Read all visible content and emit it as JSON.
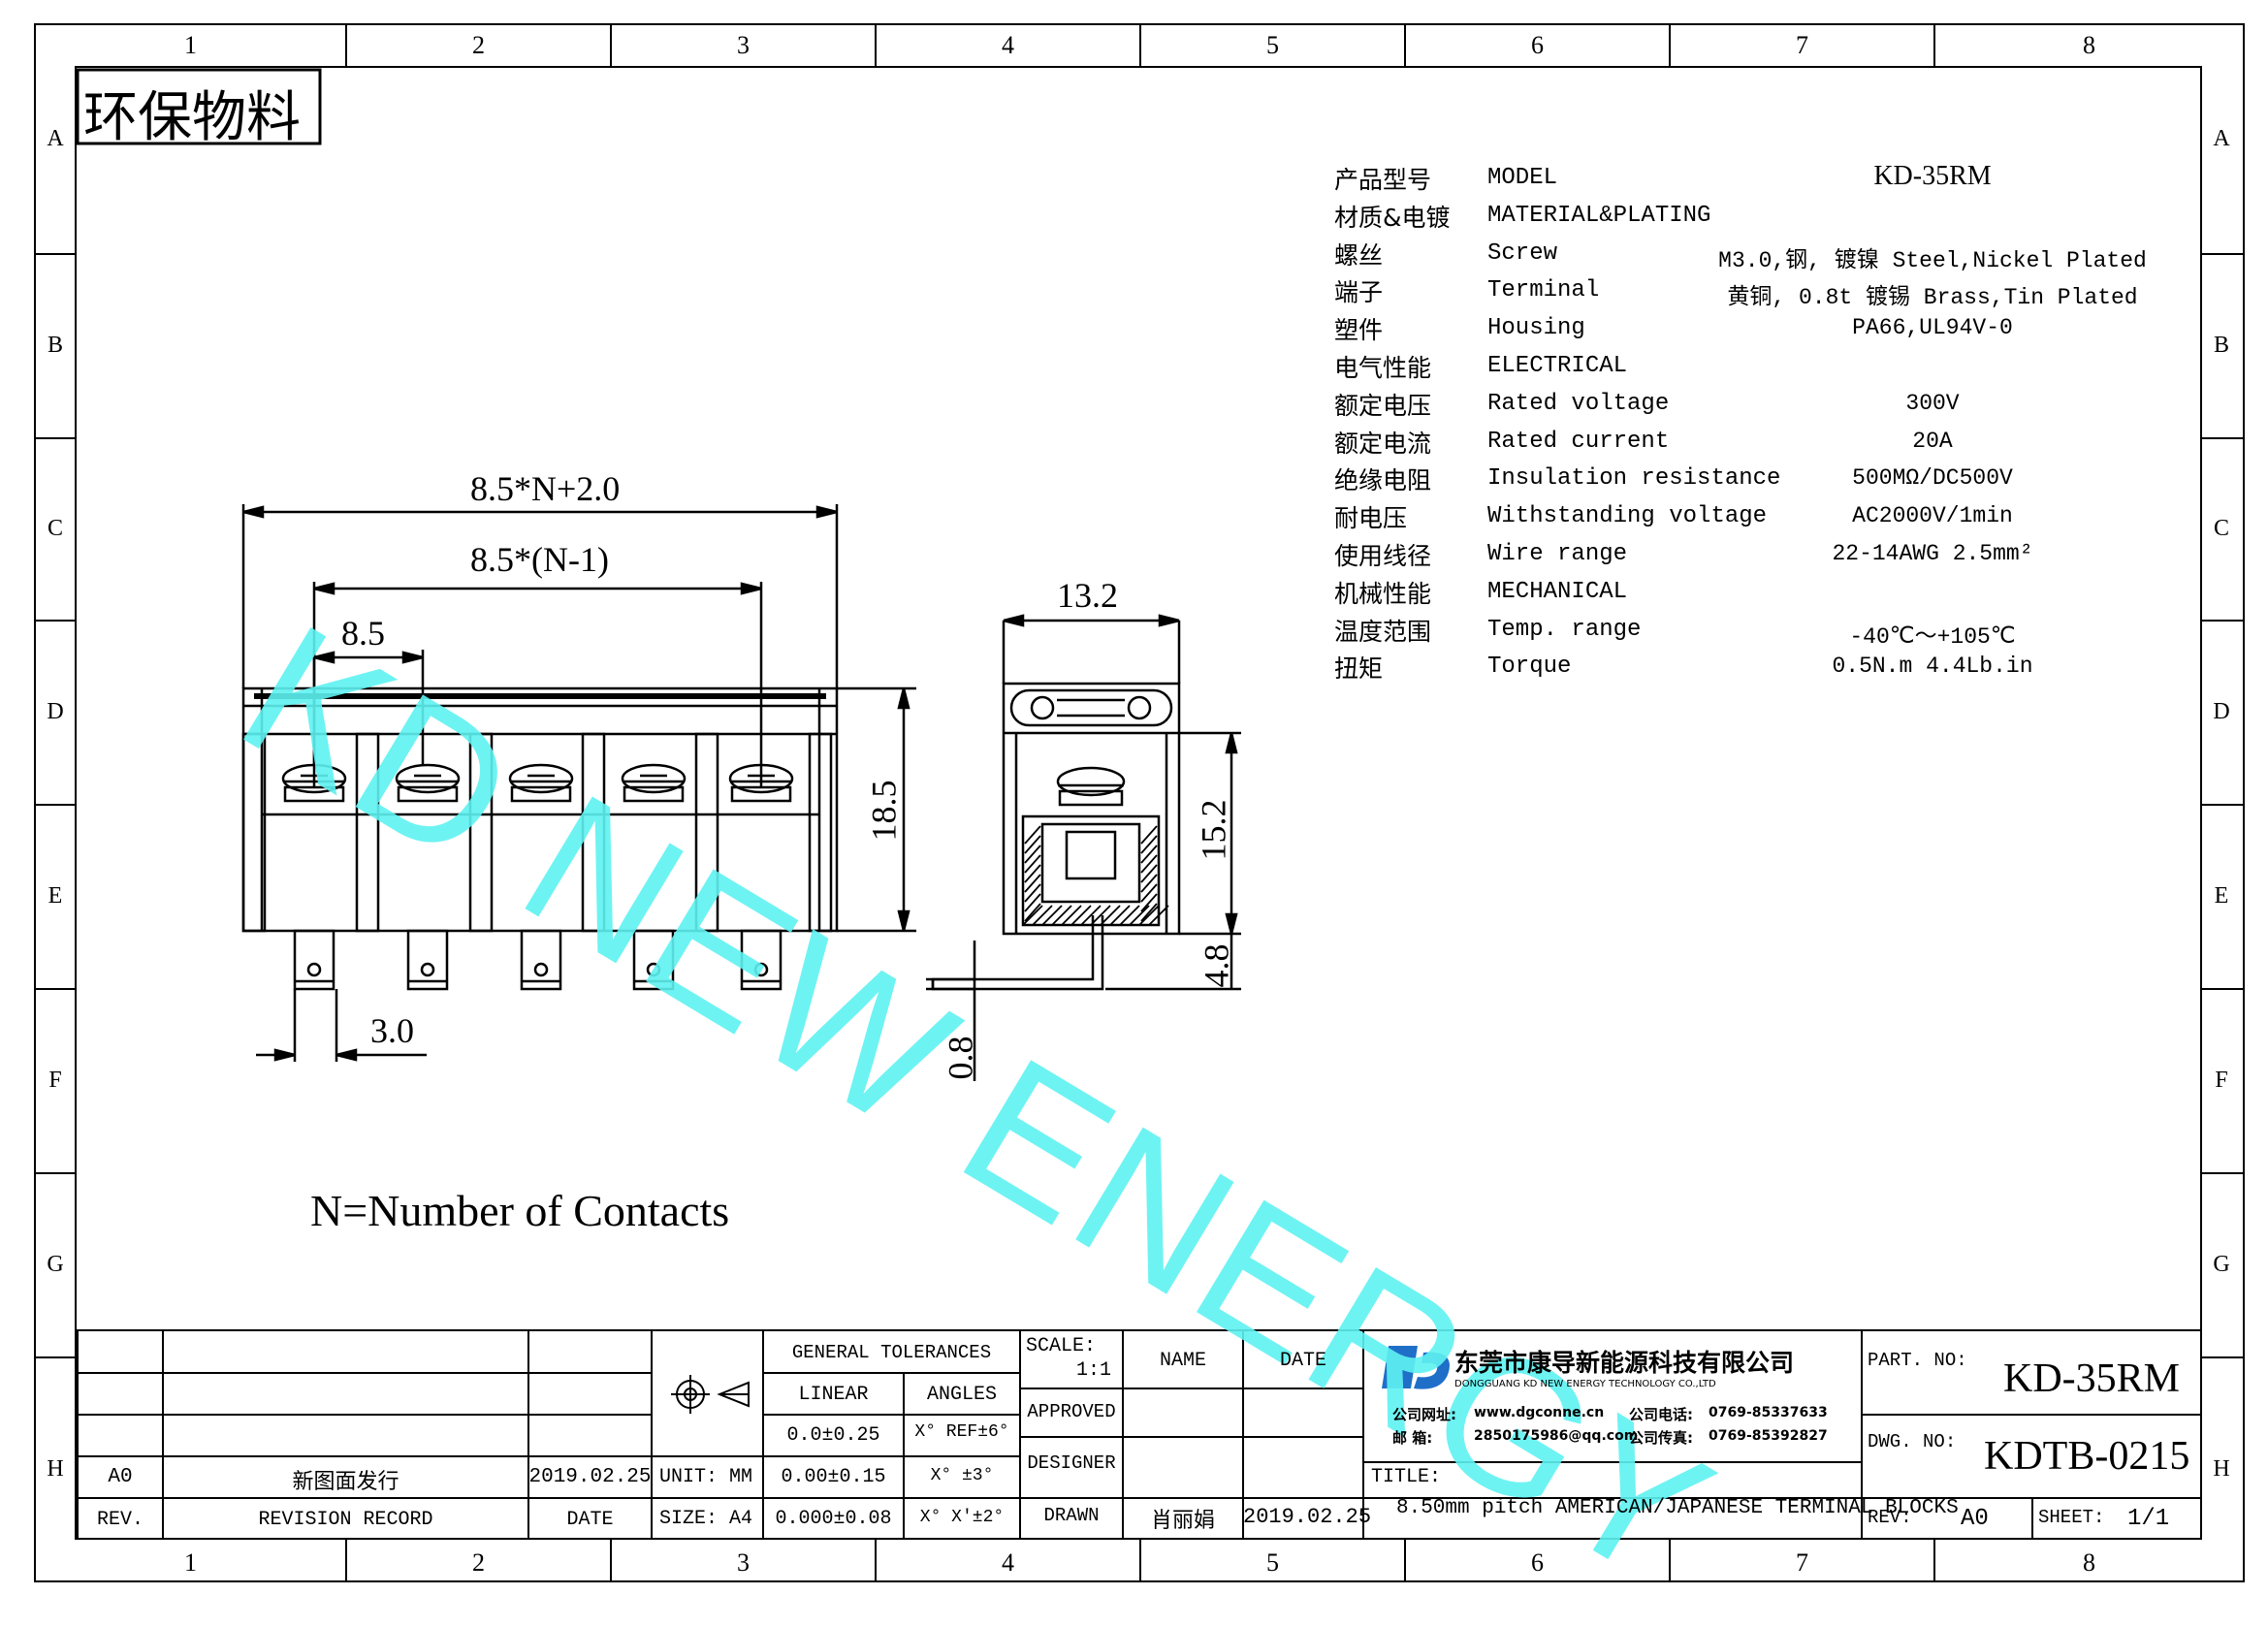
{
  "stamp": "环保物料",
  "watermark": "KD NEW ENERGY",
  "zones": {
    "columns": [
      "1",
      "2",
      "3",
      "4",
      "5",
      "6",
      "7",
      "8"
    ],
    "rows": [
      "A",
      "B",
      "C",
      "D",
      "E",
      "F",
      "G",
      "H"
    ]
  },
  "specs": [
    {
      "cn": "产品型号",
      "en": "MODEL",
      "value": "KD-35RM"
    },
    {
      "cn": "材质&电镀",
      "en": "MATERIAL&PLATING",
      "value": ""
    },
    {
      "cn": "螺丝",
      "en": "Screw",
      "value": "M3.0,钢, 镀镍 Steel,Nickel Plated"
    },
    {
      "cn": "端子",
      "en": "Terminal",
      "value": "黄铜, 0.8t 镀锡 Brass,Tin Plated"
    },
    {
      "cn": "塑件",
      "en": "Housing",
      "value": "PA66,UL94V-0"
    },
    {
      "cn": "电气性能",
      "en": "ELECTRICAL",
      "value": ""
    },
    {
      "cn": "额定电压",
      "en": "Rated voltage",
      "value": "300V"
    },
    {
      "cn": "额定电流",
      "en": "Rated current",
      "value": "20A"
    },
    {
      "cn": "绝缘电阻",
      "en": "Insulation resistance",
      "value": "500MΩ/DC500V"
    },
    {
      "cn": "耐电压",
      "en": "Withstanding voltage",
      "value": "AC2000V/1min"
    },
    {
      "cn": "使用线径",
      "en": "Wire range",
      "value": "22-14AWG 2.5mm²"
    },
    {
      "cn": "机械性能",
      "en": "MECHANICAL",
      "value": ""
    },
    {
      "cn": "温度范围",
      "en": "Temp. range",
      "value": "-40℃～+105℃"
    },
    {
      "cn": "扭矩",
      "en": "Torque",
      "value": "0.5N.m  4.4Lb.in"
    }
  ],
  "dimensions": {
    "overall": "8.5*N+2.0",
    "span": "8.5*(N-1)",
    "pitch": "8.5",
    "pin_width": "3.0",
    "height": "18.5",
    "depth": "13.2",
    "side_height": "15.2",
    "pin_length": "4.8",
    "thickness": "0.8"
  },
  "note": "N=Number of Contacts",
  "title_block": {
    "general_tolerances": "GENERAL TOLERANCES",
    "linear": "LINEAR",
    "angles": "ANGLES",
    "tol_linear": [
      "0.0±0.25",
      "0.00±0.15",
      "0.000±0.08"
    ],
    "tol_angles": [
      "X° REF±6°",
      "X° ±3°",
      "X° X'±2°"
    ],
    "unit": "UNIT: MM",
    "size": "SIZE: A4",
    "scale_label": "SCALE:",
    "scale_value": "1:1",
    "name": "NAME",
    "date": "DATE",
    "approved": "APPROVED",
    "designer": "DESIGNER",
    "drawn": "DRAWN",
    "drawn_name": "肖丽娟",
    "drawn_date": "2019.02.25",
    "rev_code": "A0",
    "rev_record": "新图面发行",
    "rev_date": "2019.02.25",
    "rev_header": "REV.",
    "revision_record_header": "REVISION RECORD",
    "date_header": "DATE",
    "company_cn": "东莞市康导新能源科技有限公司",
    "company_en": "DONGGUANG KD NEW ENERGY TECHNOLOGY CO.,LTD",
    "website_label": "公司网址:",
    "website": "www.dgconne.cn",
    "phone_label": "公司电话:",
    "phone": "0769-85337633",
    "email_label": "邮    箱:",
    "email": "2850175986@qq.com",
    "fax_label": "公司传真:",
    "fax": "0769-85392827",
    "title_label": "TITLE:",
    "title": "8.50mm pitch AMERICAN/JAPANESE TERMINAL BLOCKS",
    "part_no_label": "PART. NO:",
    "part_no": "KD-35RM",
    "dwg_no_label": "DWG. NO:",
    "dwg_no": "KDTB-0215",
    "rev_label": "REV:",
    "rev_value": "A0",
    "sheet_label": "SHEET:",
    "sheet_value": "1/1"
  },
  "colors": {
    "watermark": "#5ff2f2",
    "line": "#000000",
    "logo_blue": "#1f6fc8"
  }
}
